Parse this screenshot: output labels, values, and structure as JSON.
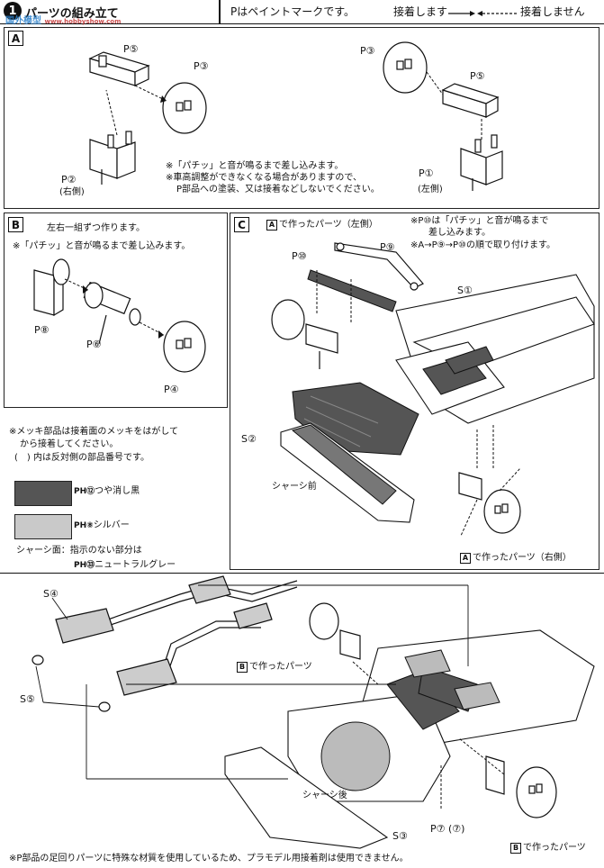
{
  "header": {
    "step_number": "1",
    "title": "パーツの組み立て",
    "logo_text": "国外模型",
    "logo_url": "www.hobbyshow.com",
    "paint_mark_note": "Pはペイントマークです。",
    "legend_glue": "接着します",
    "legend_noglue": "接着しません"
  },
  "sectionA": {
    "tag": "A",
    "left": {
      "p5": "P⑤",
      "p3": "P③",
      "p2": "P②",
      "p2_side": "(右側)"
    },
    "right": {
      "p3": "P③",
      "p5": "P⑤",
      "p1": "P①",
      "p1_side": "(左側)"
    },
    "note1": "※「パチッ」と音が鳴るまで差し込みます。",
    "note2": "※車高調整ができなくなる場合がありますので、",
    "note3": "P部品への塗装、又は接着などしないでください。"
  },
  "sectionB": {
    "tag": "B",
    "intro": "左右一組ずつ作ります。",
    "note": "※「パチッ」と音が鳴るまで差し込みます。",
    "p8": "P⑧",
    "p6": "P⑥",
    "p4": "P④"
  },
  "sectionC": {
    "tag": "C",
    "from_a_left": "で作ったパーツ（左側）",
    "from_a_left_tag": "A",
    "note1": "※P⑩は「パチッ」と音が鳴るまで",
    "note2": "差し込みます。",
    "note3": "※A→P⑨→P⑩の順で取り付けます。",
    "p9": "P⑨",
    "p10": "P⑩",
    "s1": "S①",
    "s2": "S②",
    "chassis_front": "シャーシ前",
    "from_a_right": "で作ったパーツ（右側）",
    "from_a_right_tag": "A"
  },
  "paint_notes": {
    "plating1": "※メッキ部品は接着面のメッキをはがして",
    "plating2": "から接着してください。",
    "parens": "(　) 内は反対側の部品番号です。",
    "swatch1_code": "PH⑫",
    "swatch1_label": "つや消し黒",
    "swatch1_color": "#555555",
    "swatch2_code": "PH⑧",
    "swatch2_label": "シルバー",
    "swatch2_color": "#c9c9c9",
    "chassis_note": "シャーシ面：指示のない部分は",
    "chassis_note_code": "PH㉝",
    "chassis_note_label": "ニュートラルグレー"
  },
  "sectionD": {
    "s4": "S④",
    "s5": "S⑤",
    "s3": "S③",
    "from_b_1": "で作ったパーツ",
    "from_b_1_tag": "B",
    "chassis_rear": "シャーシ後",
    "p7": "P⑦ (⑦)",
    "from_b_2": "で作ったパーツ",
    "from_b_2_tag": "B"
  },
  "footer": {
    "note": "※P部品の足回りパーツに特殊な材質を使用しているため、プラモデル用接着剤は使用できません。"
  }
}
